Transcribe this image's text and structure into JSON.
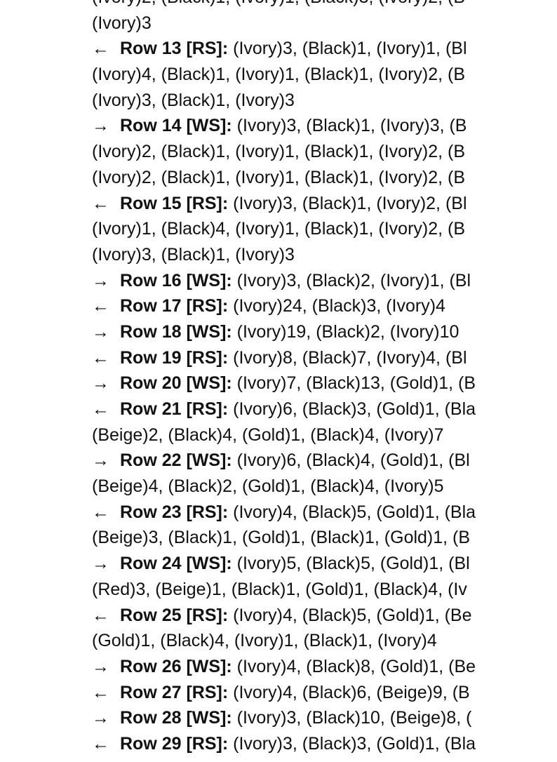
{
  "lines": [
    {
      "arrow": "",
      "label": "",
      "text": "(Ivory)2, (Black)1, (Ivory)1, (Black)3, (Ivory)2, (B"
    },
    {
      "arrow": "",
      "label": "",
      "text": "(Ivory)3"
    },
    {
      "arrow": "←",
      "label": "Row 13 [RS]:",
      "text": " (Ivory)3, (Black)1, (Ivory)1, (Bl"
    },
    {
      "arrow": "",
      "label": "",
      "text": "(Ivory)4, (Black)1, (Ivory)1, (Black)1, (Ivory)2, (B"
    },
    {
      "arrow": "",
      "label": "",
      "text": "(Ivory)3, (Black)1, (Ivory)3"
    },
    {
      "arrow": "→",
      "label": "Row 14 [WS]:",
      "text": " (Ivory)3, (Black)1, (Ivory)3, (B"
    },
    {
      "arrow": "",
      "label": "",
      "text": "(Ivory)2, (Black)1, (Ivory)1, (Black)1, (Ivory)2, (B"
    },
    {
      "arrow": "",
      "label": "",
      "text": "(Ivory)2, (Black)1, (Ivory)1, (Black)1, (Ivory)2, (B"
    },
    {
      "arrow": "←",
      "label": "Row 15 [RS]:",
      "text": " (Ivory)3, (Black)1, (Ivory)2, (Bl"
    },
    {
      "arrow": "",
      "label": "",
      "text": "(Ivory)1, (Black)4, (Ivory)1, (Black)1, (Ivory)2, (B"
    },
    {
      "arrow": "",
      "label": "",
      "text": "(Ivory)3, (Black)1, (Ivory)3"
    },
    {
      "arrow": "→",
      "label": "Row 16 [WS]:",
      "text": " (Ivory)3, (Black)2, (Ivory)1, (Bl"
    },
    {
      "arrow": "←",
      "label": "Row 17 [RS]:",
      "text": " (Ivory)24, (Black)3, (Ivory)4"
    },
    {
      "arrow": "→",
      "label": "Row 18 [WS]:",
      "text": " (Ivory)19, (Black)2, (Ivory)10"
    },
    {
      "arrow": "←",
      "label": "Row 19 [RS]:",
      "text": " (Ivory)8, (Black)7, (Ivory)4, (Bl"
    },
    {
      "arrow": "→",
      "label": "Row 20 [WS]:",
      "text": " (Ivory)7, (Black)13, (Gold)1, (B"
    },
    {
      "arrow": "←",
      "label": "Row 21 [RS]:",
      "text": " (Ivory)6, (Black)3, (Gold)1, (Bla"
    },
    {
      "arrow": "",
      "label": "",
      "text": "(Beige)2, (Black)4, (Gold)1, (Black)4, (Ivory)7"
    },
    {
      "arrow": "→",
      "label": "Row 22 [WS]:",
      "text": " (Ivory)6, (Black)4, (Gold)1, (Bl"
    },
    {
      "arrow": "",
      "label": "",
      "text": "(Beige)4, (Black)2, (Gold)1, (Black)4, (Ivory)5"
    },
    {
      "arrow": "←",
      "label": "Row 23 [RS]:",
      "text": " (Ivory)4, (Black)5, (Gold)1, (Bla"
    },
    {
      "arrow": "",
      "label": "",
      "text": "(Beige)3, (Black)1, (Gold)1, (Black)1, (Gold)1, (B"
    },
    {
      "arrow": "→",
      "label": "Row 24 [WS]:",
      "text": " (Ivory)5, (Black)5, (Gold)1, (Bl"
    },
    {
      "arrow": "",
      "label": "",
      "text": "(Red)3, (Beige)1, (Black)1, (Gold)1, (Black)4, (Iv"
    },
    {
      "arrow": "←",
      "label": "Row 25 [RS]:",
      "text": " (Ivory)4, (Black)5, (Gold)1, (Be"
    },
    {
      "arrow": "",
      "label": "",
      "text": "(Gold)1, (Black)4, (Ivory)1, (Black)1, (Ivory)4"
    },
    {
      "arrow": "→",
      "label": "Row 26 [WS]:",
      "text": " (Ivory)4, (Black)8, (Gold)1, (Be"
    },
    {
      "arrow": "←",
      "label": "Row 27 [RS]:",
      "text": " (Ivory)4, (Black)6, (Beige)9, (B"
    },
    {
      "arrow": "→",
      "label": "Row 28 [WS]:",
      "text": " (Ivory)3, (Black)10, (Beige)8, ("
    },
    {
      "arrow": "←",
      "label": "Row 29 [RS]:",
      "text": " (Ivory)3, (Black)3, (Gold)1, (Bla"
    }
  ]
}
